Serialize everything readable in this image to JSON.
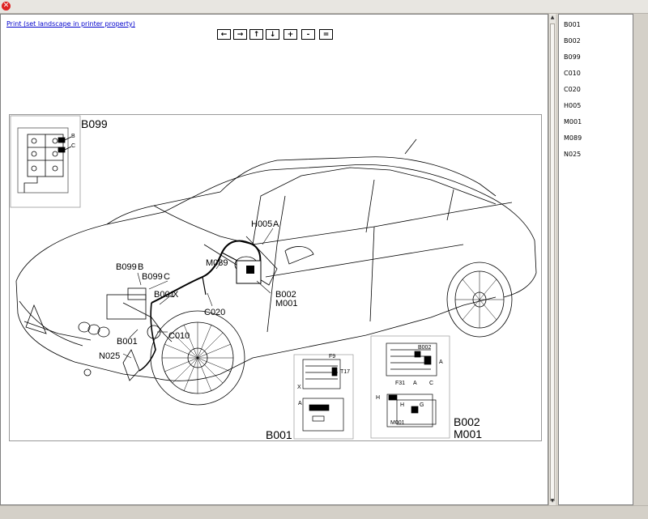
{
  "window": {
    "close_glyph": "✕"
  },
  "print_link": "Print (set landscape in printer property)",
  "toolbar": {
    "prev": "←",
    "next": "→",
    "up": "↑",
    "down": "↓",
    "zoom_in": "+",
    "zoom_out": "-",
    "fit": "="
  },
  "component_list": [
    "B001",
    "B002",
    "B099",
    "C010",
    "C020",
    "H005",
    "M001",
    "M089",
    "N025"
  ],
  "diagram": {
    "inset_b099": {
      "title": "B099",
      "pin_b": "B",
      "pin_c": "C"
    },
    "inset_b001": {
      "title": "B001",
      "f9": "F9",
      "t17": "T17",
      "x": "X",
      "a": "A"
    },
    "inset_b002": {
      "title1": "B002",
      "title2": "M001",
      "b002": "B002",
      "a1": "A",
      "f31": "F31",
      "a2": "A",
      "c": "C",
      "h": "H",
      "g": "G",
      "m001": "M001"
    },
    "callouts": {
      "h005": "H005",
      "h005_pin": "A",
      "m089": "M089",
      "b099b": "B099",
      "b099b_pin": "B",
      "b099c": "B099",
      "b099c_pin": "C",
      "b001x": "B001",
      "b001x_pin": "X",
      "b002": "B002",
      "m001": "M001",
      "c020": "C020",
      "b001": "B001",
      "c010": "C010",
      "n025": "N025"
    }
  }
}
